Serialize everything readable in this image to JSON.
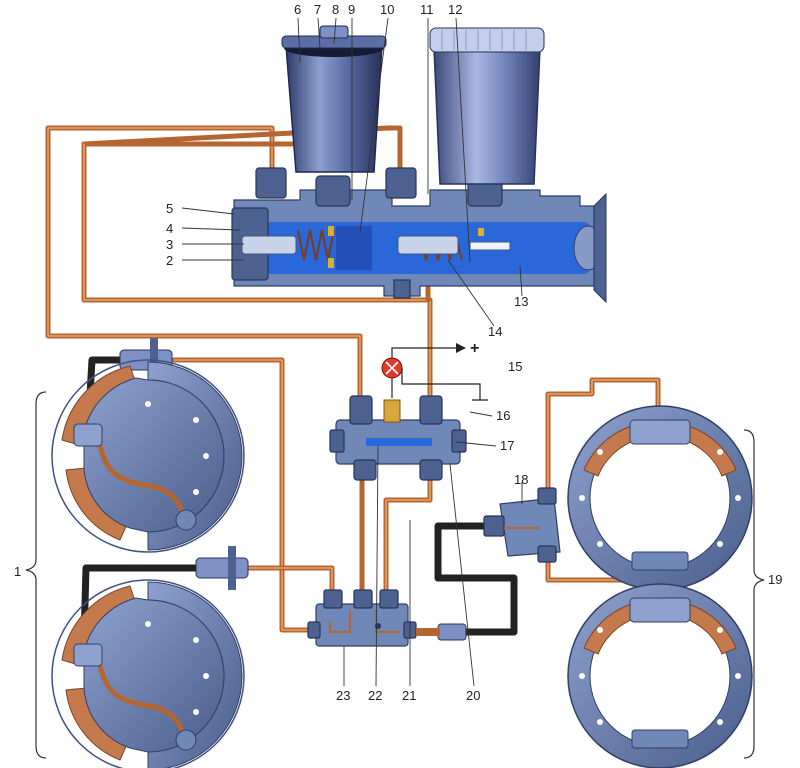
{
  "labels": {
    "l1": "1",
    "l2": "2",
    "l3": "3",
    "l4": "4",
    "l5": "5",
    "l6": "6",
    "l7": "7",
    "l8": "8",
    "l9": "9",
    "l10": "10",
    "l11": "11",
    "l12": "12",
    "l13": "13",
    "l14": "14",
    "l15": "15",
    "l16": "16",
    "l17": "17",
    "l18": "18",
    "l19": "19",
    "l20": "20",
    "l21": "21",
    "l22": "22",
    "l23": "23"
  },
  "warning_lamp": {
    "terminal_sign": "+"
  },
  "colors": {
    "steel_pipe": "#b5652f",
    "rubber_hose": "#222222",
    "metal_body": "#6f88b8",
    "fluid_bore": "#2a67d9",
    "reservoir": "#3f4f86",
    "lamp": "#e23a2a"
  }
}
